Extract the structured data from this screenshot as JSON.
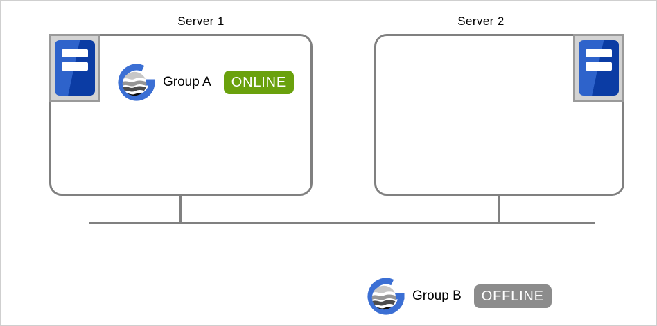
{
  "servers": [
    {
      "label": "Server 1"
    },
    {
      "label": "Server 2"
    }
  ],
  "groups": [
    {
      "name": "Group A",
      "status": "ONLINE",
      "badge_color": "#6aa10d"
    },
    {
      "name": "Group B",
      "status": "OFFLINE",
      "badge_color": "#8c8c8c"
    }
  ],
  "icons": {
    "server": "server-tower-icon",
    "group_logo": "group-globe-logo"
  },
  "colors": {
    "box_border": "#808080",
    "connector_line": "#808080",
    "logo_blue": "#3b6fd4",
    "server_icon_blue_light": "#2e63cb",
    "server_icon_blue_dark": "#0b3ca4",
    "server_icon_bg": "#d3d3d3",
    "server_icon_border": "#9a9a9a",
    "online_green": "#6aa10d",
    "offline_gray": "#8c8c8c",
    "page_border": "#cfcfcf"
  }
}
